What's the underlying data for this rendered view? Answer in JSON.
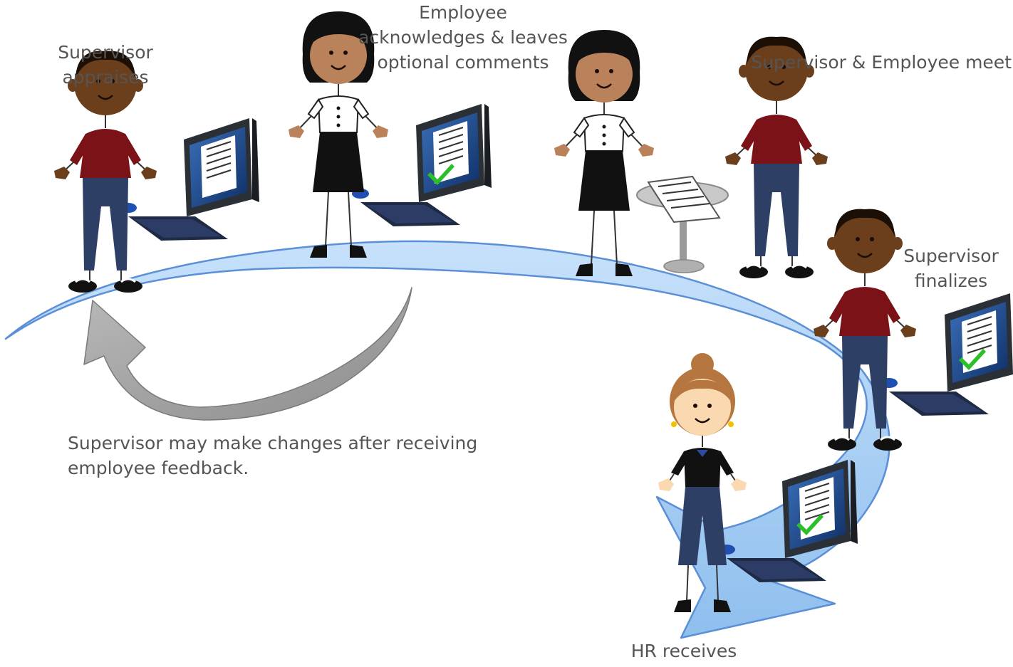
{
  "steps": {
    "supervisor_appraises": [
      "Supervisor",
      "appraises"
    ],
    "employee_acknowledges": [
      "Employee",
      "acknowledges & leaves",
      "optional comments"
    ],
    "meet": [
      "Supervisor & Employee meet"
    ],
    "finalizes": [
      "Supervisor",
      "finalizes"
    ],
    "hr_receives": [
      "HR receives"
    ]
  },
  "feedback_note": [
    "Supervisor may make changes after receiving",
    "employee feedback."
  ],
  "colors": {
    "path_fill": "#a9cff5",
    "path_stroke": "#5b8fd6",
    "loop_arrow": "#9a9a9a",
    "label_text": "#555555",
    "supervisor_shirt": "#7b1218",
    "pants": "#2e3f66",
    "skin_dark": "#6b3f1c",
    "skin_medium": "#b9825a",
    "skin_light": "#fbd9b0",
    "monitor": "#2b2f36",
    "screen": "#cfe2f5",
    "check": "#2bbf2b"
  },
  "icons": [
    "person-icon",
    "computer-icon",
    "document-stand-icon",
    "check-icon"
  ]
}
